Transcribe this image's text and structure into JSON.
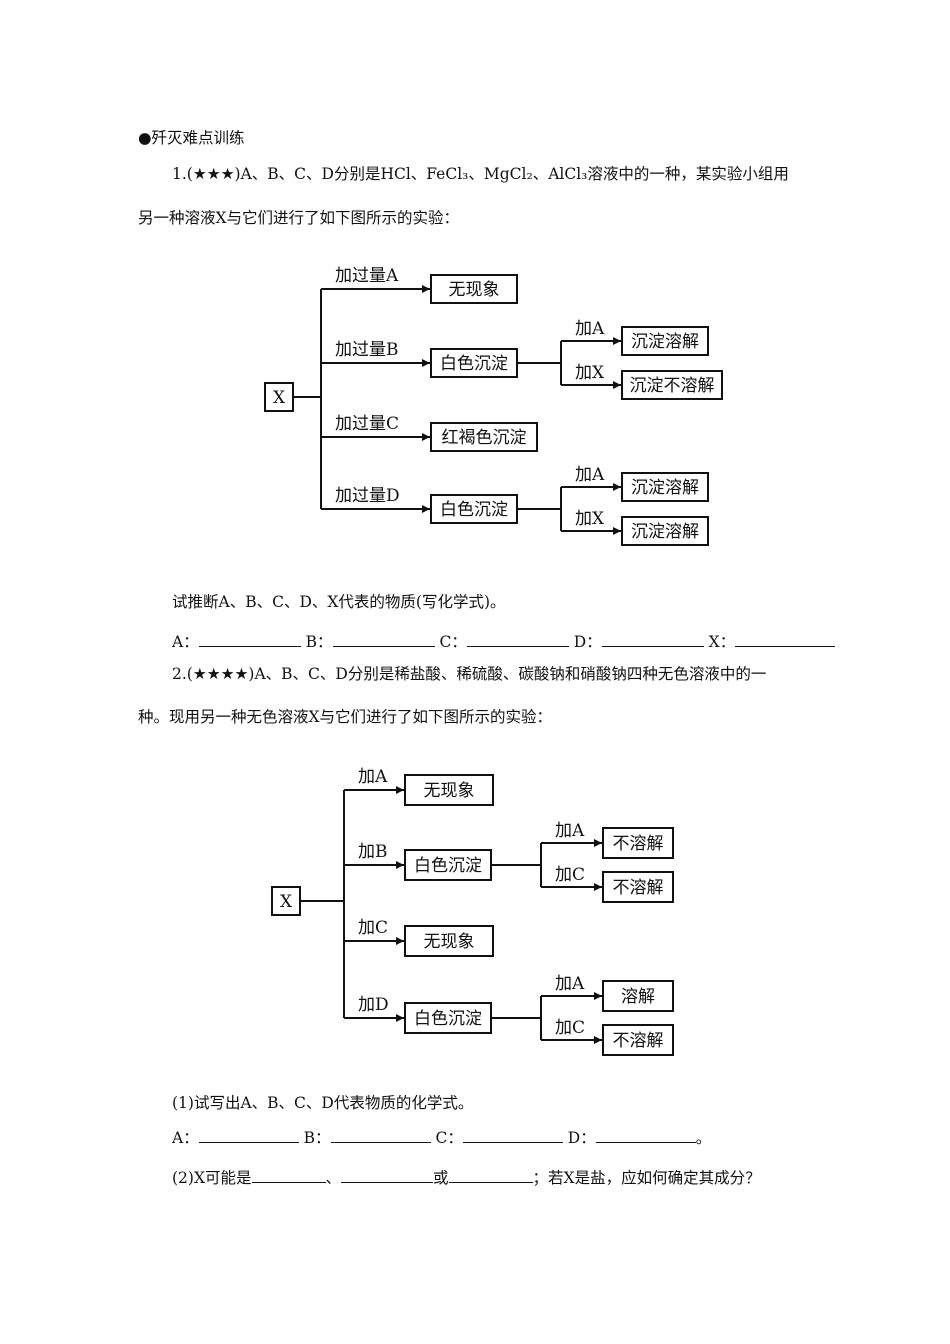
{
  "section_title": "●歼灭难点训练",
  "q1": {
    "line1": "1.(★★★)A、B、C、D分别是HCl、FeCl₃、MgCl₂、AlCl₃溶液中的一种，某实验小组用",
    "line2": "另一种溶液X与它们进行了如下图所示的实验：",
    "diagram": {
      "root": "X",
      "branches": [
        {
          "label": "加过量A",
          "result": "无现象",
          "subs": []
        },
        {
          "label": "加过量B",
          "result": "白色沉淀",
          "subs": [
            {
              "label": "加A",
              "result": "沉淀溶解"
            },
            {
              "label": "加X",
              "result": "沉淀不溶解"
            }
          ]
        },
        {
          "label": "加过量C",
          "result": "红褐色沉淀",
          "subs": []
        },
        {
          "label": "加过量D",
          "result": "白色沉淀",
          "subs": [
            {
              "label": "加A",
              "result": "沉淀溶解"
            },
            {
              "label": "加X",
              "result": "沉淀溶解"
            }
          ]
        }
      ]
    },
    "question": "试推断A、B、C、D、X代表的物质(写化学式)。",
    "answer_labels": [
      "A：",
      "B：",
      "C：",
      "D：",
      "X："
    ]
  },
  "q2": {
    "line1": "2.(★★★★)A、B、C、D分别是稀盐酸、稀硫酸、碳酸钠和硝酸钠四种无色溶液中的一",
    "line2": "种。现用另一种无色溶液X与它们进行了如下图所示的实验：",
    "diagram": {
      "root": "X",
      "branches": [
        {
          "label": "加A",
          "result": "无现象",
          "subs": []
        },
        {
          "label": "加B",
          "result": "白色沉淀",
          "subs": [
            {
              "label": "加A",
              "result": "不溶解"
            },
            {
              "label": "加C",
              "result": "不溶解"
            }
          ]
        },
        {
          "label": "加C",
          "result": "无现象",
          "subs": []
        },
        {
          "label": "加D",
          "result": "白色沉淀",
          "subs": [
            {
              "label": "加A",
              "result": "溶解"
            },
            {
              "label": "加C",
              "result": "不溶解"
            }
          ]
        }
      ]
    },
    "sub1": "(1)试写出A、B、C、D代表物质的化学式。",
    "answer_labels": [
      "A：",
      "B：",
      "C：",
      "D："
    ],
    "answer_end": "。",
    "sub2_start": "(2)X可能是",
    "sub2_sep1": "、",
    "sub2_sep2": "或",
    "sub2_end": "；若X是盐，应如何确定其成分？"
  }
}
